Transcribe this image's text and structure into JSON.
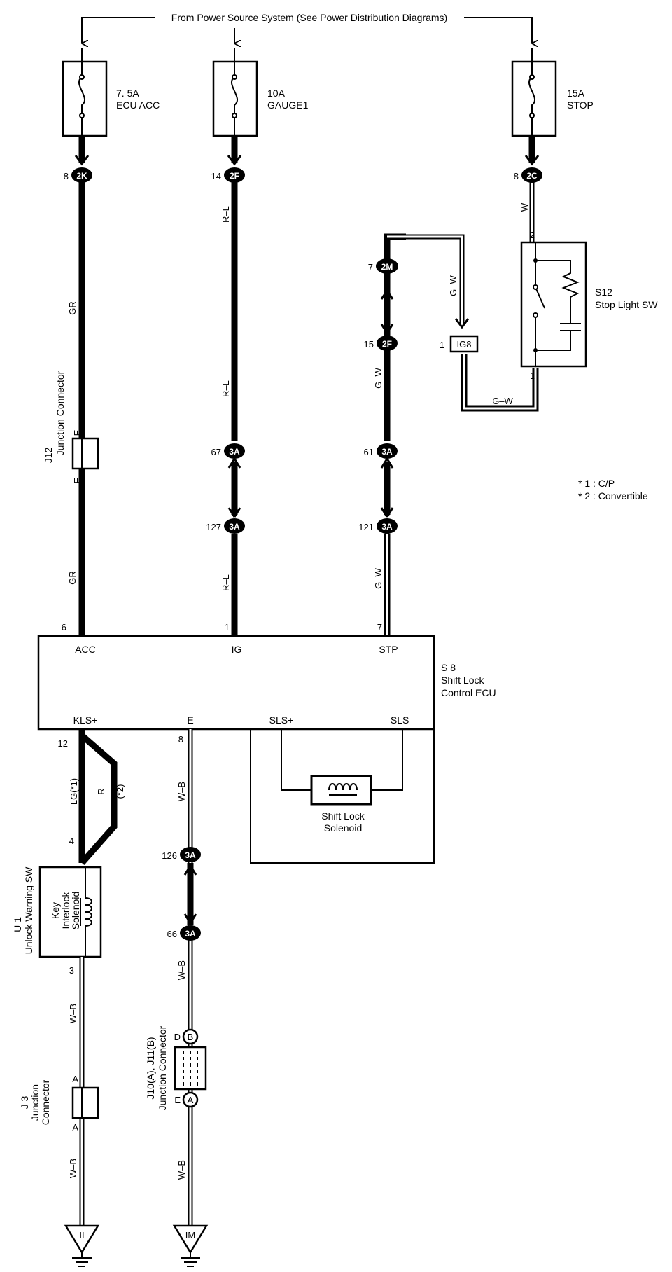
{
  "power_source": "From Power Source System (See Power Distribution Diagrams)",
  "fuses": [
    {
      "amp": "7. 5A",
      "name": "ECU ACC"
    },
    {
      "amp": "10A",
      "name": "GAUGE1"
    },
    {
      "amp": "15A",
      "name": "STOP"
    }
  ],
  "connectors": {
    "c2K": {
      "pin": "8",
      "code": "2K"
    },
    "c2F_top": {
      "pin": "14",
      "code": "2F"
    },
    "c2C": {
      "pin": "8",
      "code": "2C"
    },
    "c2M": {
      "pin": "7",
      "code": "2M"
    },
    "c2F_mid": {
      "pin": "15",
      "code": "2F"
    },
    "cIG8": {
      "pin": "1",
      "code": "IG8"
    },
    "c3A_67": {
      "pin": "67",
      "code": "3A"
    },
    "c3A_61": {
      "pin": "61",
      "code": "3A"
    },
    "c3A_127": {
      "pin": "127",
      "code": "3A"
    },
    "c3A_121": {
      "pin": "121",
      "code": "3A"
    },
    "c3A_126": {
      "pin": "126",
      "code": "3A"
    },
    "c3A_66": {
      "pin": "66",
      "code": "3A"
    }
  },
  "wires": {
    "gr1": "GR",
    "gr2": "GR",
    "rl1": "R–L",
    "rl2": "R–L",
    "rl3": "R–L",
    "w": "W",
    "gw1": "G–W",
    "gw2": "G–W",
    "gw3": "G–W",
    "gw4": "G–W",
    "lg": "LG(*1)",
    "r": "R",
    "r_note": "(*2)",
    "wb1": "W–B",
    "wb2": "W–B",
    "wb3": "W–B",
    "wb4": "W–B",
    "wb5": "W–B"
  },
  "components": {
    "j12": {
      "id": "J12",
      "name": "Junction Connector",
      "pin_top": "E",
      "pin_bottom": "E"
    },
    "s12": {
      "id": "S12",
      "name": "Stop Light SW",
      "pin_top": "2",
      "pin_bottom": "1"
    },
    "s8": {
      "id": "S 8",
      "name_line1": "Shift Lock",
      "name_line2": "Control ECU",
      "terminals": {
        "acc": "ACC",
        "ig": "IG",
        "stp": "STP",
        "kls": "KLS+",
        "e": "E",
        "slsp": "SLS+",
        "slsm": "SLS–"
      },
      "pins": {
        "acc": "6",
        "ig": "1",
        "stp": "7",
        "kls": "12",
        "e": "8"
      }
    },
    "solenoid": {
      "line1": "Shift Lock",
      "line2": "Solenoid"
    },
    "u1": {
      "id": "U 1",
      "name": "Unlock Warning SW",
      "inner_line1": "Key",
      "inner_line2": "Interlock",
      "inner_line3": "Solenoid",
      "pin_top": "4",
      "pin_bottom": "3"
    },
    "j3": {
      "id": "J 3",
      "name_line1": "Junction",
      "name_line2": "Connector",
      "pin_top": "A",
      "pin_bottom": "A"
    },
    "j10": {
      "id": "J10(A), J11(B)",
      "name": "Junction Connector",
      "pin_top": "D",
      "code_top": "B",
      "pin_bottom": "E",
      "code_bottom": "A"
    }
  },
  "grounds": [
    "II",
    "IM"
  ],
  "notes": [
    "* 1 : C/P",
    "* 2 : Convertible"
  ]
}
